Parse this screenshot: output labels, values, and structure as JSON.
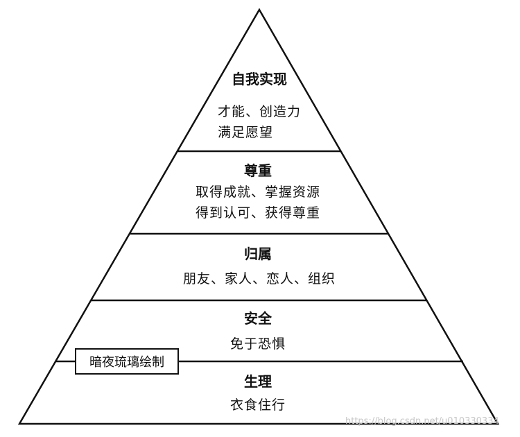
{
  "levels": [
    {
      "title": "自我实现",
      "lines": [
        "才能、创造力",
        "满足愿望"
      ]
    },
    {
      "title": "尊重",
      "lines": [
        "取得成就、掌握资源",
        "得到认可、获得尊重"
      ]
    },
    {
      "title": "归属",
      "lines": [
        "朋友、家人、恋人、组织"
      ]
    },
    {
      "title": "安全",
      "lines": [
        "免于恐惧"
      ]
    },
    {
      "title": "生理",
      "lines": [
        "衣食住行"
      ]
    }
  ],
  "label": "暗夜琉璃绘制",
  "watermark": "https://blog.csdn.net/u010330334",
  "colors": {
    "line": "#111111",
    "background": "#ffffff"
  }
}
